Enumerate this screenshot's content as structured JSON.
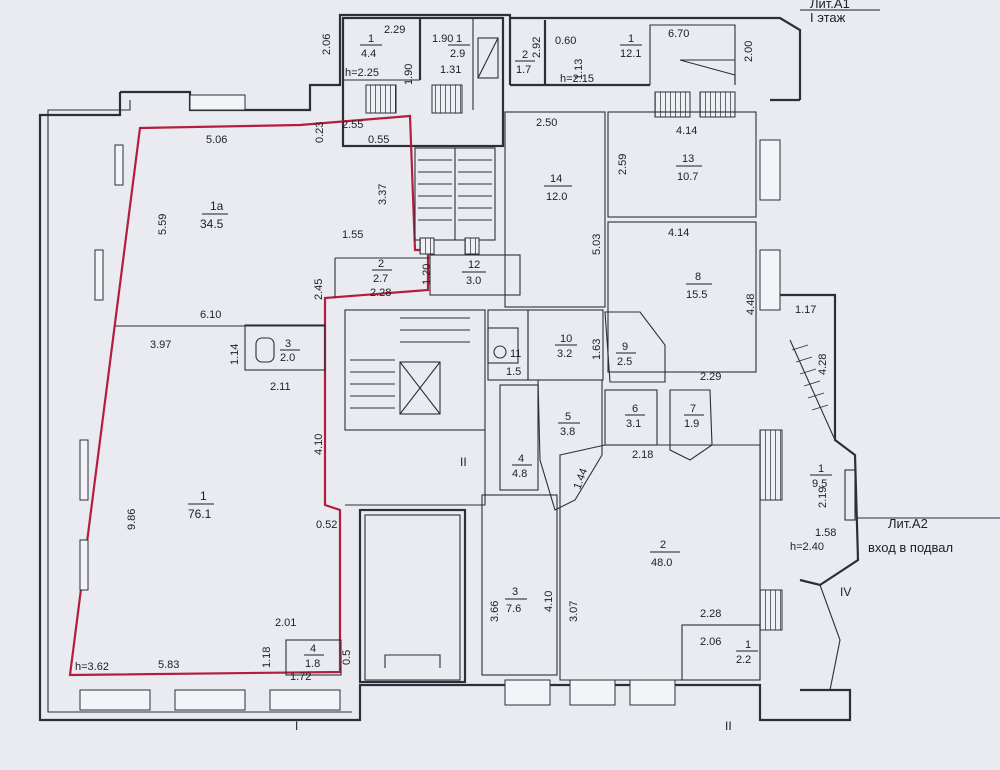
{
  "sheet": {
    "title_top_line": "Лит.А1",
    "title_floor": "I этаж",
    "annex_title": "Лит.А2",
    "annex_sub": "вход в подвал"
  },
  "rooms": [
    {
      "id": "r1a",
      "num": "1а",
      "area": "34.5"
    },
    {
      "id": "r1",
      "num": "1",
      "area": "76.1"
    },
    {
      "id": "r2s",
      "num": "2",
      "area": "2.7"
    },
    {
      "id": "r3s",
      "num": "3",
      "area": "2.0"
    },
    {
      "id": "r4s",
      "num": "4",
      "area": "1.8"
    },
    {
      "id": "rt1",
      "num": "1",
      "area": "4.4"
    },
    {
      "id": "rt2",
      "num": "1",
      "area": "2.9"
    },
    {
      "id": "rt3",
      "num": "2",
      "area": "1.7"
    },
    {
      "id": "rt4",
      "num": "1",
      "area": "12.1"
    },
    {
      "id": "r12",
      "num": "12",
      "area": "3.0"
    },
    {
      "id": "r14",
      "num": "14",
      "area": "12.0"
    },
    {
      "id": "r13",
      "num": "13",
      "area": "10.7"
    },
    {
      "id": "r8",
      "num": "8",
      "area": "15.5"
    },
    {
      "id": "r10",
      "num": "10",
      "area": "3.2"
    },
    {
      "id": "r9",
      "num": "9",
      "area": "2.5"
    },
    {
      "id": "r11",
      "num": "11",
      "area": "1.5"
    },
    {
      "id": "r5",
      "num": "5",
      "area": "3.8"
    },
    {
      "id": "r6",
      "num": "6",
      "area": "3.1"
    },
    {
      "id": "r7",
      "num": "7",
      "area": "1.9"
    },
    {
      "id": "r4",
      "num": "4",
      "area": "4.8"
    },
    {
      "id": "r3",
      "num": "3",
      "area": "7.6"
    },
    {
      "id": "r2",
      "num": "2",
      "area": "48.0"
    },
    {
      "id": "r1r",
      "num": "1",
      "area": "2.2"
    },
    {
      "id": "rA2",
      "num": "1",
      "area": "9.5"
    }
  ],
  "dimensions": [
    "2.06",
    "2.29",
    "1.90",
    "1.90",
    "1.31",
    "2.92",
    "0.60",
    "1.13",
    "6.70",
    "2.00",
    "5.06",
    "0.23",
    "2.55",
    "0.55",
    "2.50",
    "4.14",
    "2.59",
    "5.59",
    "3.37",
    "5.03",
    "4.14",
    "1.55",
    "2.45",
    "1.20",
    "2.28",
    "6.10",
    "3.97",
    "1.14",
    "2.11",
    "1.63",
    "2.29",
    "4.48",
    "1.17",
    "4.28",
    "4.10",
    "1.44",
    "2.18",
    "2.19",
    "1.58",
    "9.86",
    "0.52",
    "3.66",
    "4.10",
    "3.07",
    "2.28",
    "2.01",
    "1.18",
    "0.5",
    "5.83",
    "1.72",
    "2.06"
  ],
  "heights": [
    "h=2.25",
    "h=2.15",
    "h=3.62",
    "h=2.40"
  ],
  "entrances": [
    "I",
    "II",
    "II",
    "IV"
  ]
}
